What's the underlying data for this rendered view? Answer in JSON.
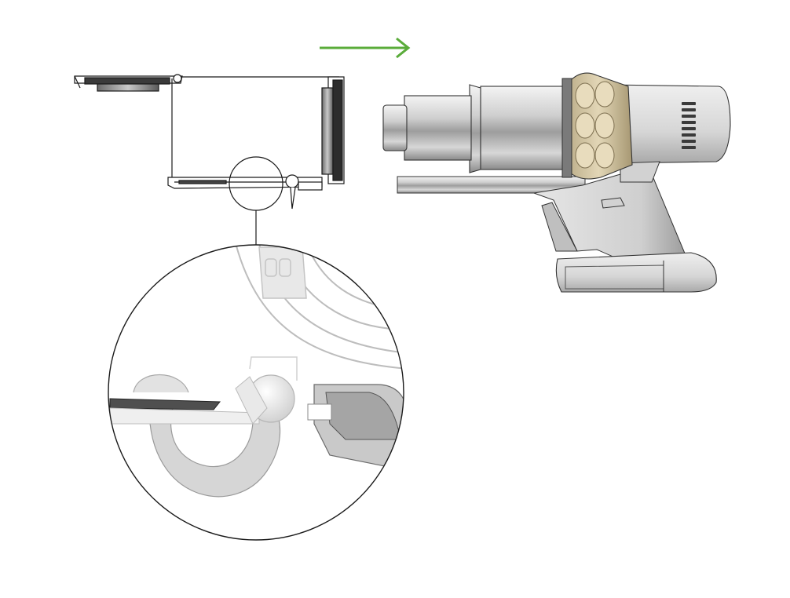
{
  "diagram": {
    "background": "#ffffff",
    "arrow_color": "#5aac3a",
    "line_color": "#1a1a1a",
    "body_color": "#d9d9d9",
    "cyclone_color": "#cdbf9c",
    "arrow_direction": "right",
    "parts": [
      "clear-bin",
      "bin-base-latch",
      "cyclone-assembly",
      "motor-body",
      "handle",
      "battery-pack",
      "bin-guide-rail",
      "zoom-detail"
    ]
  }
}
